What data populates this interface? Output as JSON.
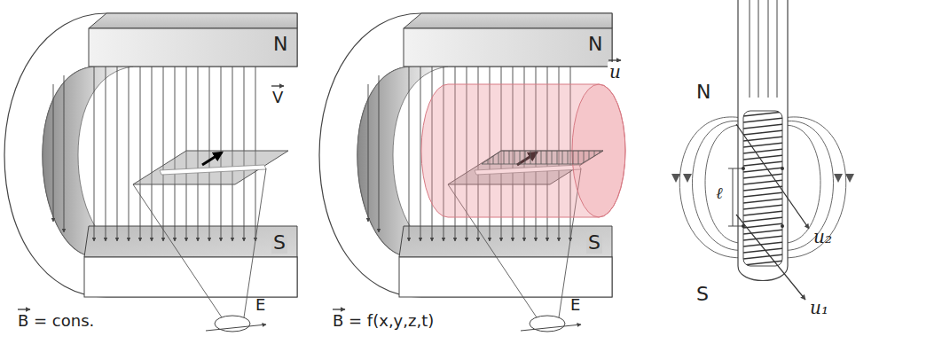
{
  "diagram": {
    "labels": [
      "N",
      "V",
      "S",
      "E",
      "B = cons.",
      "N",
      "u",
      "S",
      "E",
      "B = f(x,y,z,t)",
      "N",
      "S",
      "ℓ",
      "u₂",
      "u₁"
    ]
  }
}
